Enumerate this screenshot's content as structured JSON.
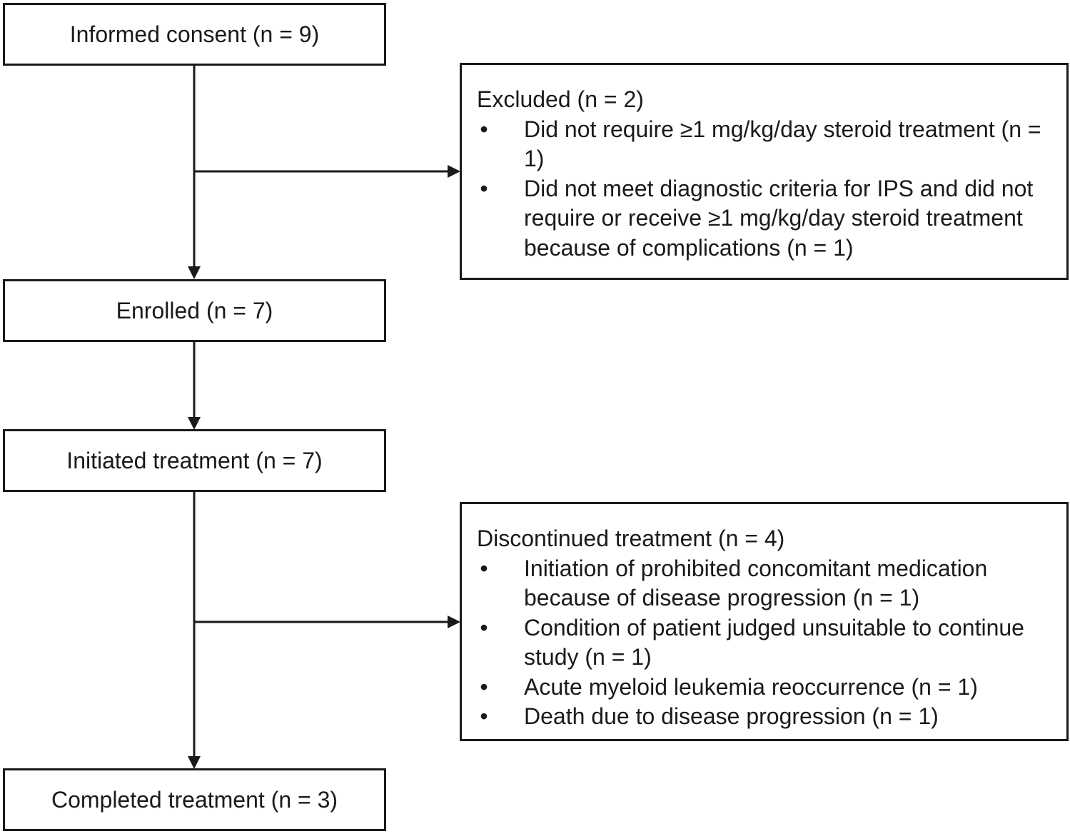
{
  "flow": {
    "consent": "Informed consent (n = 9)",
    "enrolled": "Enrolled (n = 7)",
    "initiated": "Initiated treatment (n = 7)",
    "completed": "Completed treatment (n = 3)"
  },
  "excluded": {
    "title": "Excluded (n = 2)",
    "items": [
      "Did not require ≥1 mg/kg/day steroid treatment (n = 1)",
      "Did not meet diagnostic criteria for IPS and did not require or receive ≥1 mg/kg/day steroid treatment because of complications (n = 1)"
    ]
  },
  "discontinued": {
    "title": "Discontinued treatment (n = 4)",
    "items": [
      "Initiation of prohibited concomitant medication because of disease progression (n = 1)",
      "Condition of patient judged unsuitable to continue study (n = 1)",
      "Acute myeloid leukemia reoccurrence (n = 1)",
      "Death due to disease progression (n = 1)"
    ]
  },
  "bullet_symbol": "•"
}
